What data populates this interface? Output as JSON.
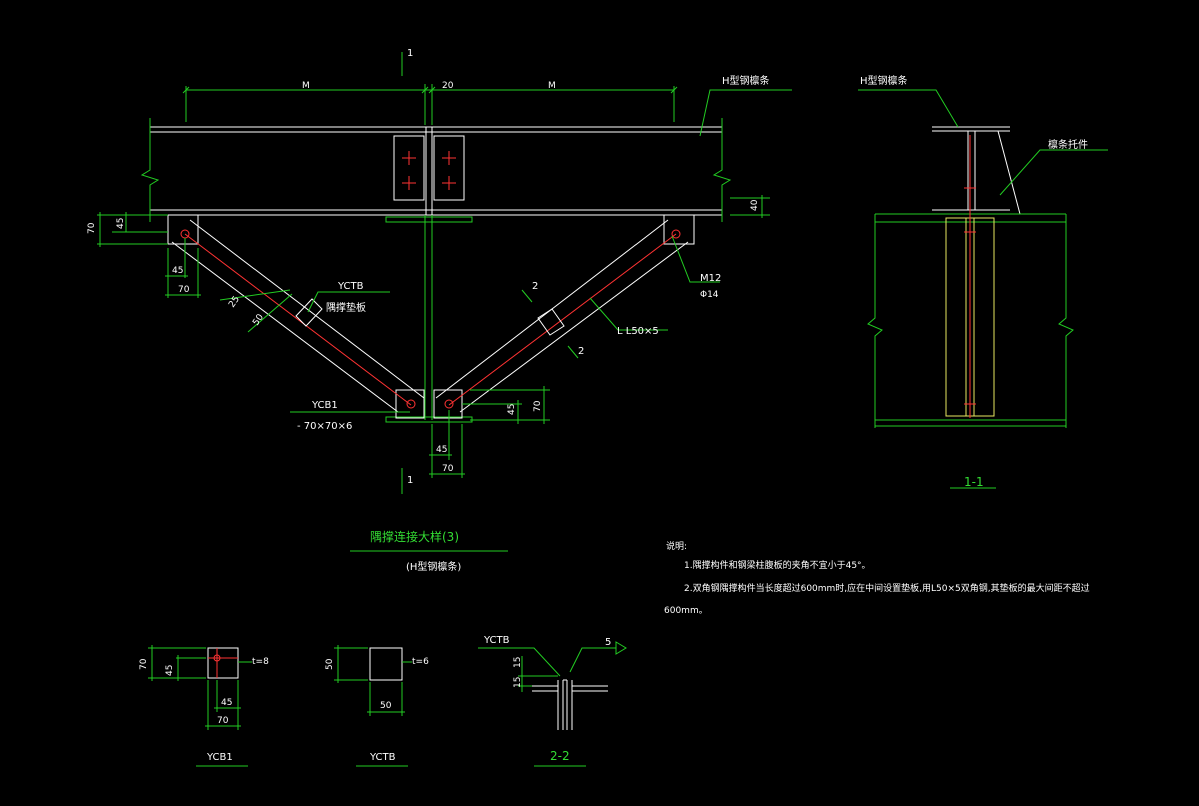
{
  "colors": {
    "background": "#000000",
    "outline": "#ffffff",
    "dimension": "#22cc22",
    "centerline": "#ff3333",
    "plate": "#e8e860"
  },
  "main_view": {
    "section_mark_top": "1",
    "section_mark_bottom": "1",
    "dim_m_left": "M",
    "dim_gap": "20",
    "dim_m_right": "M",
    "label_h_purlin": "H型钢檩条",
    "dim_left_70": "70",
    "dim_left_45": "45",
    "dim_right_40": "40",
    "dim_bl_45": "45",
    "dim_bl_70": "70",
    "dim_25": "25",
    "dim_50": "50",
    "label_yctb": "YCTB",
    "label_brace_plate": "隅撑垫板",
    "section_2_top": "2",
    "section_2_bottom": "2",
    "label_angle": "L L50×5",
    "label_bolt": "M12",
    "label_hole": "Φ14",
    "label_ycb1": "YCB1",
    "label_plate_size": "- 70×70×6",
    "dim_br_45": "45",
    "dim_br_70": "70",
    "dim_bot_45": "45",
    "dim_bot_70": "70",
    "title": "隅撑连接大样(3)",
    "subtitle": "(H型钢檩条)"
  },
  "section_view": {
    "label_h_purlin": "H型钢檩条",
    "label_purlin_support": "檩条托件",
    "title": "1-1"
  },
  "notes": {
    "heading": "说明:",
    "line1": "1.隅撑构件和钢梁柱腹板的夹角不宜小于45°。",
    "line2": "2.双角钢隅撑构件当长度超过600mm时,应在中间设置垫板,用L50×5双角钢,其垫板的最大间距不超过",
    "line3": "600mm。"
  },
  "detail_ycb1": {
    "dim_70": "70",
    "dim_45": "45",
    "thickness": "t=8",
    "dim_bot_45": "45",
    "dim_bot_70": "70",
    "caption": "YCB1"
  },
  "detail_yctb": {
    "dim_50": "50",
    "thickness": "t=6",
    "dim_bot_50": "50",
    "caption": "YCTB"
  },
  "detail_22": {
    "label_yctb": "YCTB",
    "weld_size": "5",
    "dim_15": "15",
    "dim_15b": "15",
    "caption": "2-2"
  }
}
